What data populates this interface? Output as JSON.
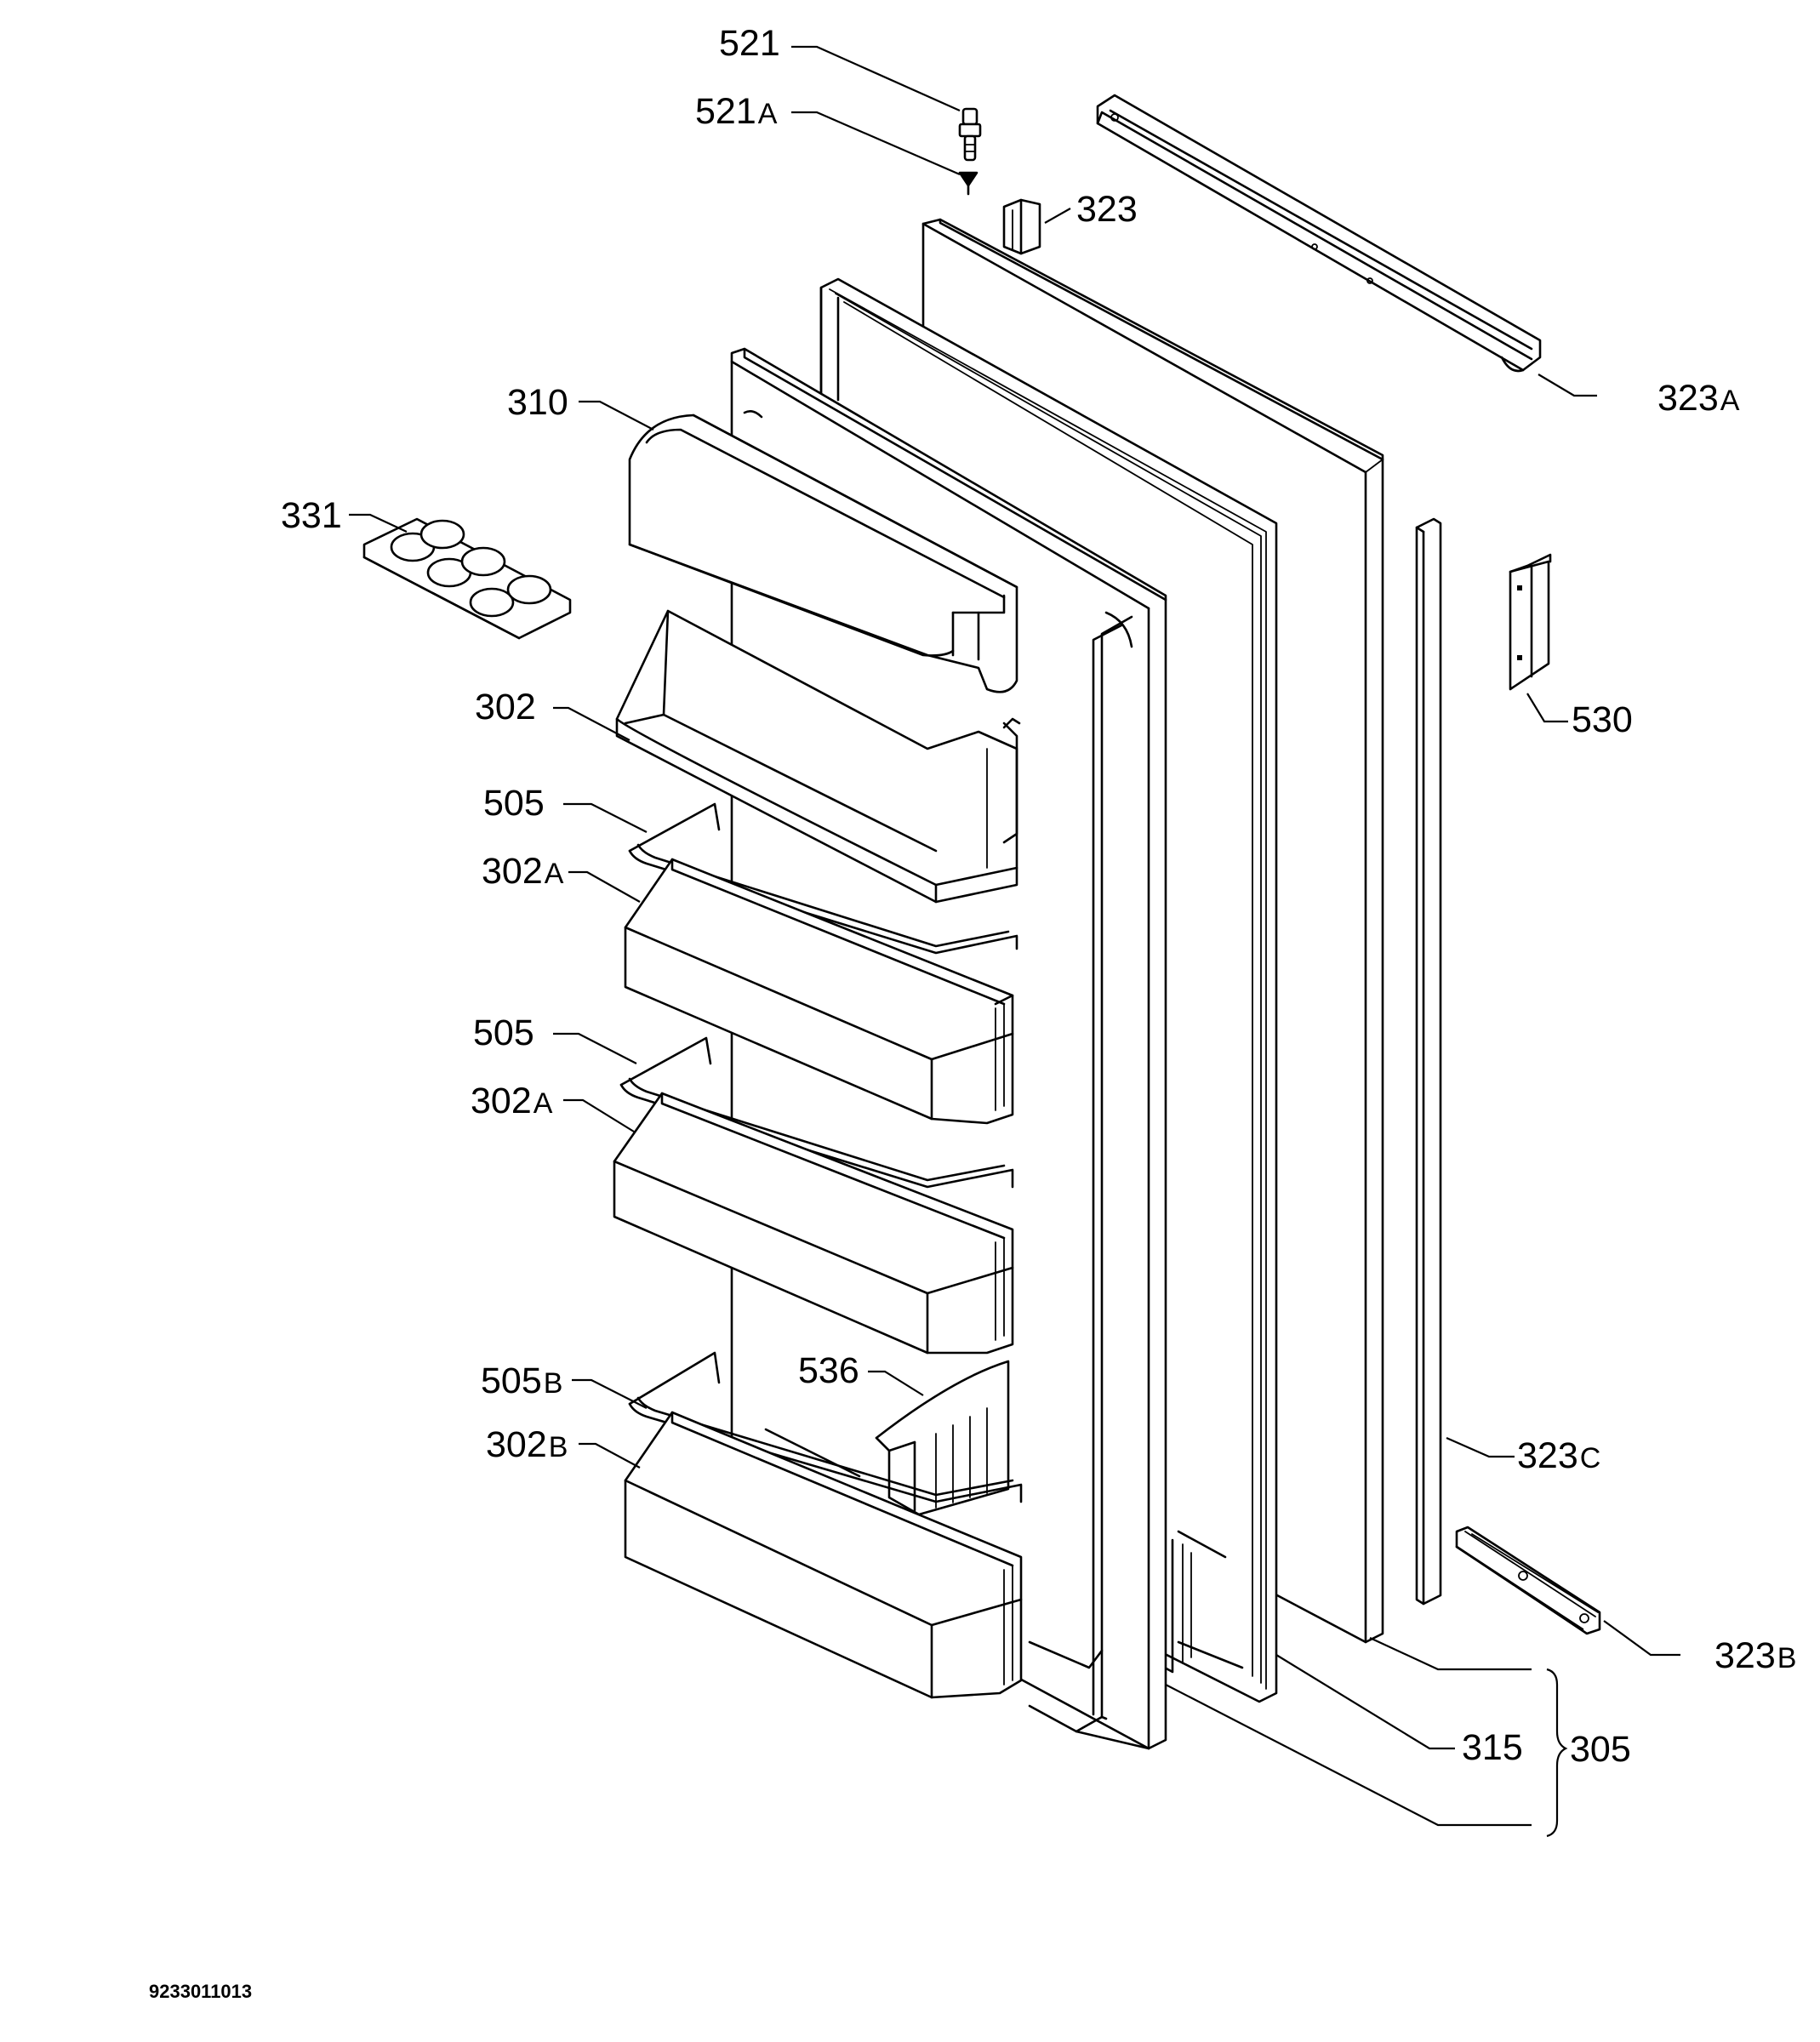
{
  "labels": {
    "l521": "521",
    "l521a": "521",
    "l521a_suffix": "A",
    "l323": "323",
    "l323a": "323",
    "l323a_suffix": "A",
    "l310": "310",
    "l331": "331",
    "l302": "302",
    "l530": "530",
    "l505_top": "505",
    "l302a_top": "302",
    "l302a_top_suffix": "A",
    "l505_mid": "505",
    "l302a_mid": "302",
    "l302a_mid_suffix": "A",
    "l536": "536",
    "l505b": "505",
    "l505b_suffix": "B",
    "l302b": "302",
    "l302b_suffix": "B",
    "l323c": "323",
    "l323c_suffix": "C",
    "l323b": "323",
    "l323b_suffix": "B",
    "l315": "315",
    "l305": "305"
  },
  "document_id": "9233011013"
}
